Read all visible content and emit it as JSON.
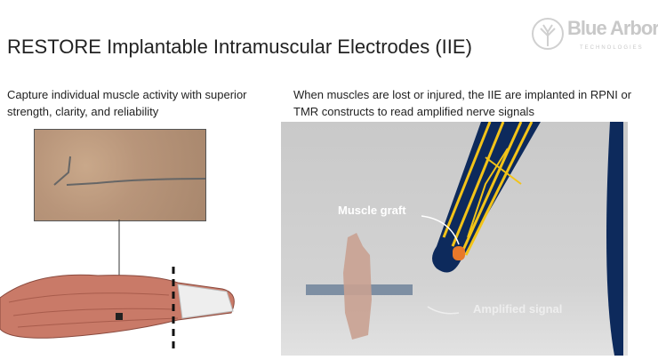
{
  "slide": {
    "title": "RESTORE Implantable Intramuscular Electrodes (IIE)",
    "left_caption": "Capture individual muscle activity with superior strength, clarity, and reliability",
    "right_caption": "When muscles are lost or injured, the IIE are implanted in RPNI or TMR constructs to read amplified nerve signals",
    "labels": {
      "muscle_graft": "Muscle graft",
      "amplified_signal": "Amplified signal"
    }
  },
  "logo": {
    "name": "Blue Arbor",
    "tagline": "TECHNOLOGIES"
  },
  "colors": {
    "navy": "#0d2a5c",
    "nerve": "#f2c318",
    "graft": "#e8782a",
    "panel": "#cccccc"
  }
}
